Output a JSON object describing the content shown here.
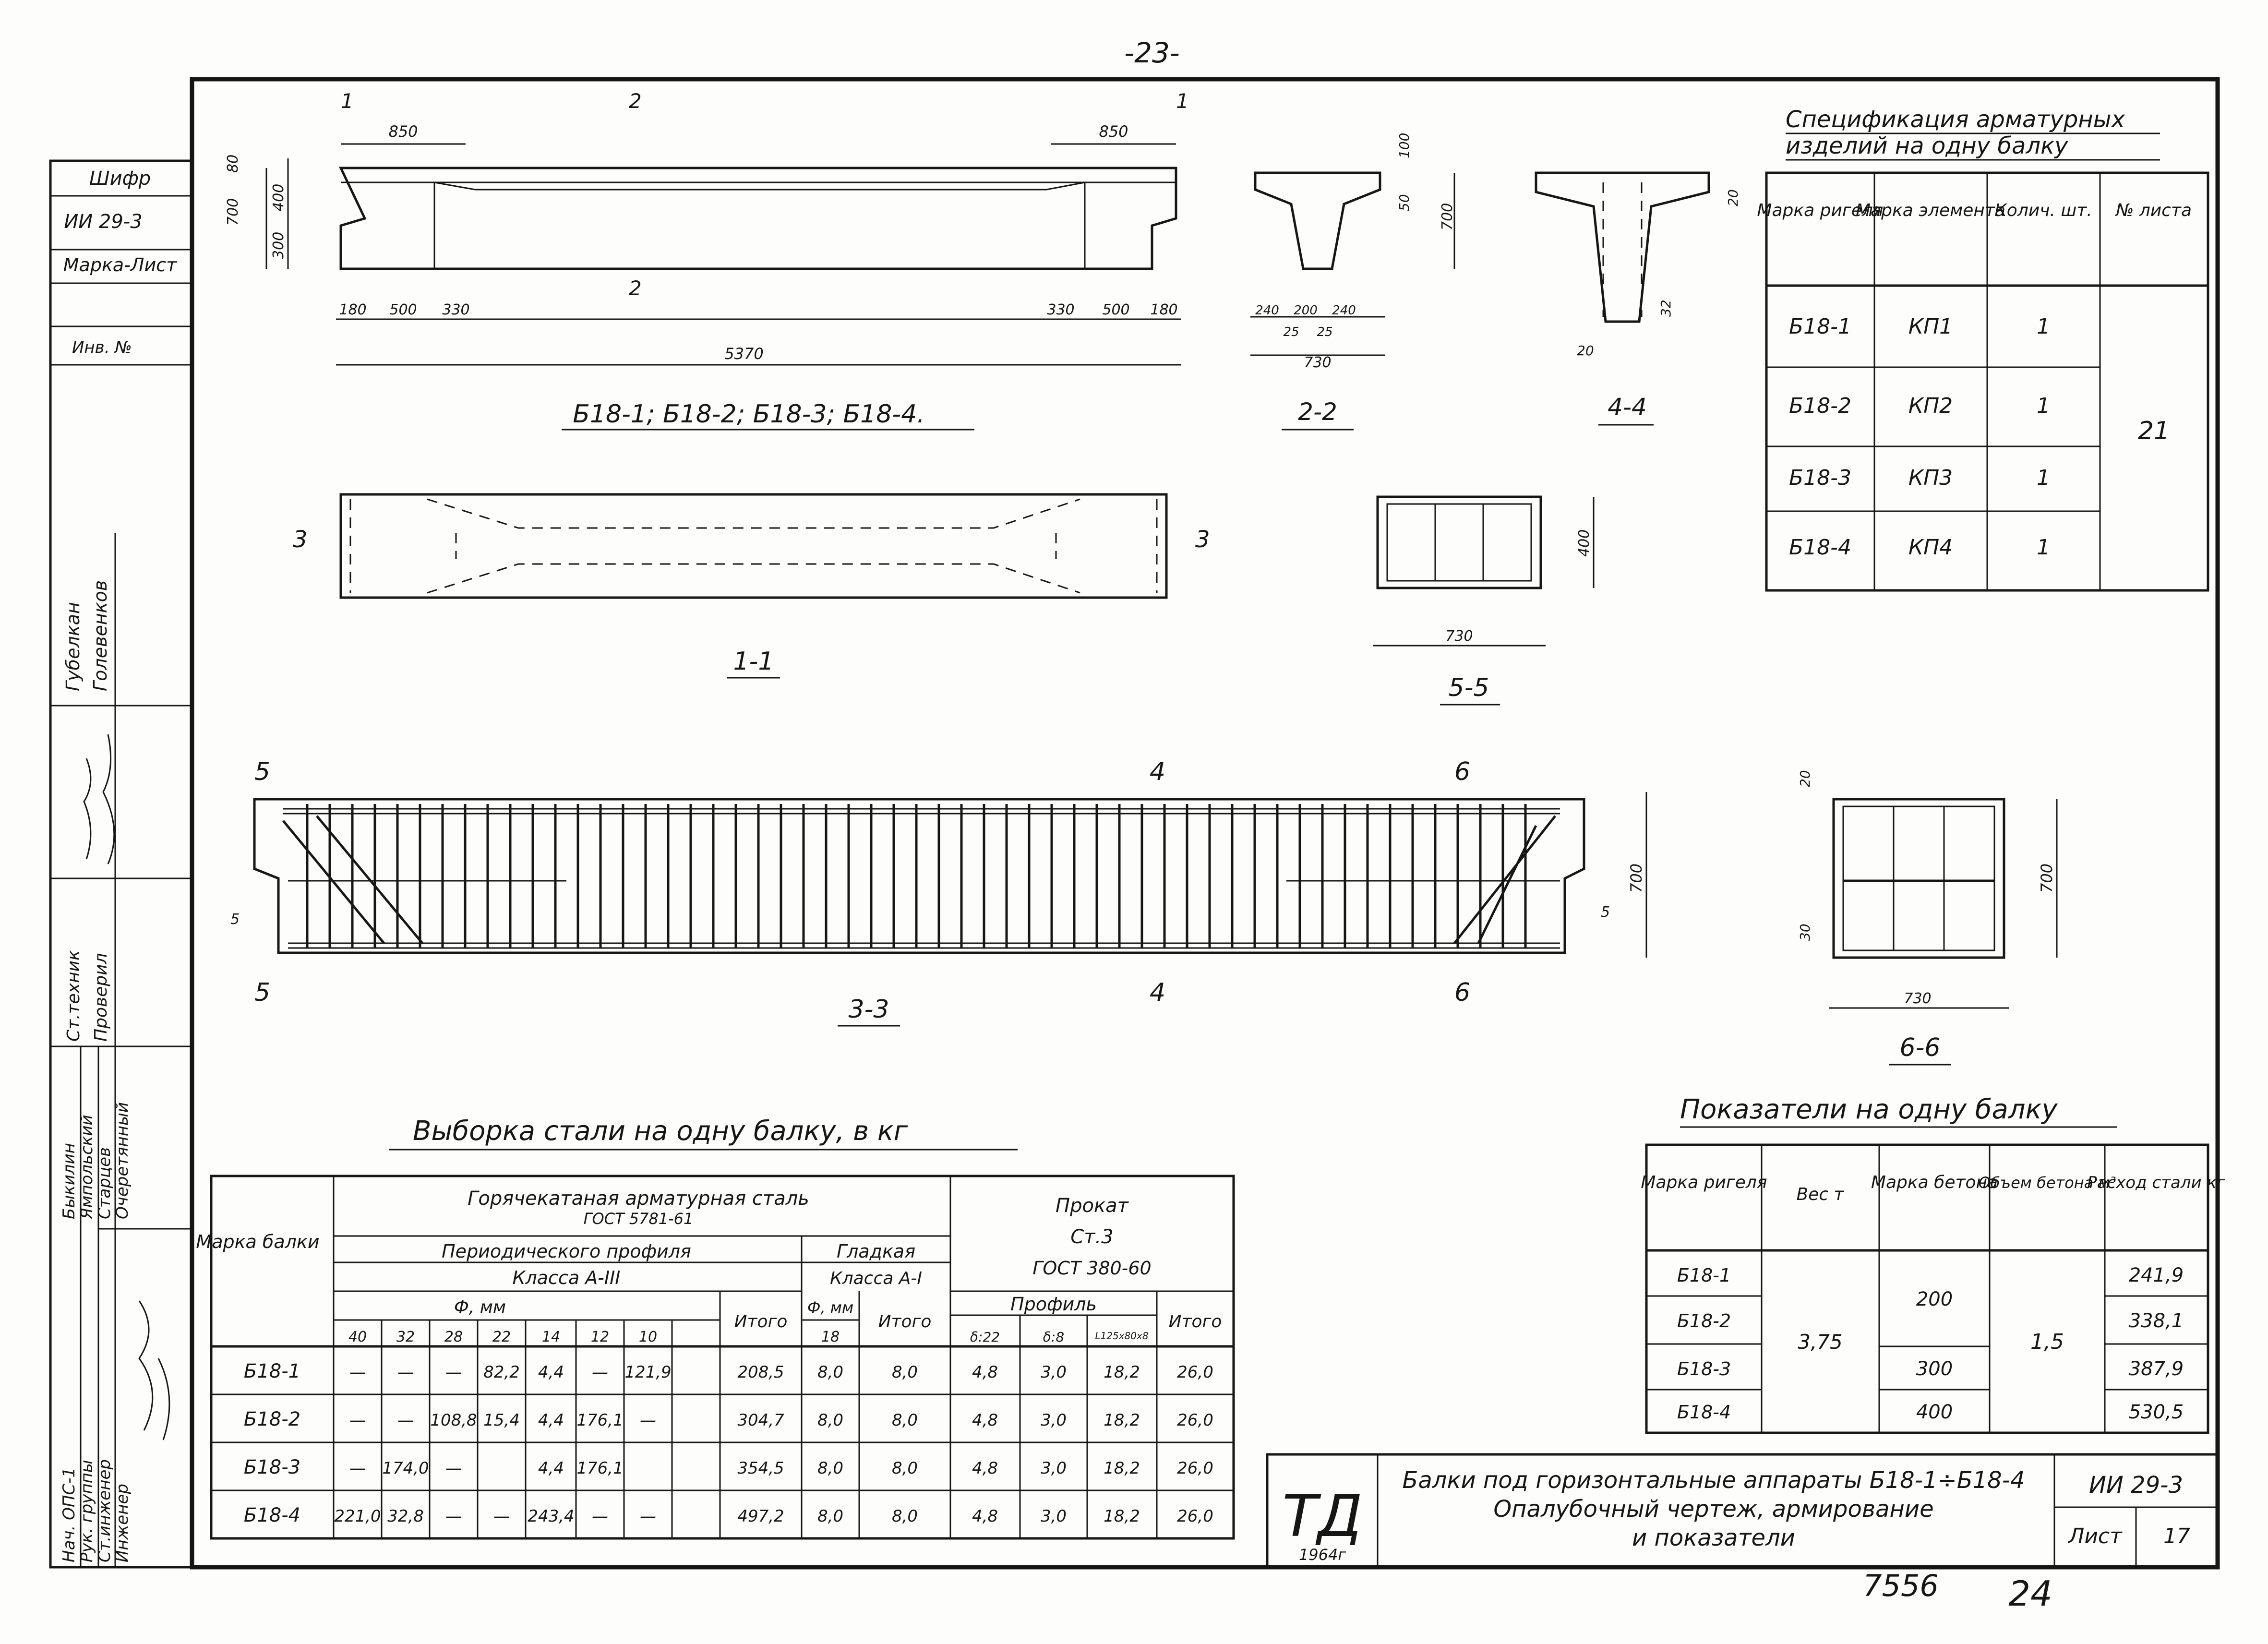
{
  "page_number": "-23-",
  "side_stamp": {
    "cipher_label": "Шифр",
    "cipher_value": "ИИ 29-3",
    "mark_sheet_label": "Марка-Лист",
    "inv_label": "Инв. №",
    "people": [
      "Губелкан",
      "Голевенков"
    ],
    "roles_mid": [
      "Ст.техник",
      "Проверил"
    ],
    "roles_bottom": [
      "Нач. ОПС-1",
      "Рук. группы",
      "Ст.инженер",
      "Инженер"
    ],
    "names_bottom": [
      "Быкилин",
      "Ямпольский",
      "Старцев",
      "Очеретянный"
    ]
  },
  "drawing": {
    "beam_dims": {
      "d850_left": "850",
      "d850_right": "850",
      "d80": "80",
      "d400": "400",
      "d700": "700",
      "d300": "300",
      "d180_left": "180",
      "d500_left": "500",
      "d330_left": "330",
      "d330_right": "330",
      "d500_right": "500",
      "d180_right": "180",
      "total": "5370"
    },
    "cut_marks": {
      "c1": "1",
      "c2": "2",
      "c3": "3",
      "c4": "4",
      "c5": "5",
      "c6": "6"
    },
    "beam_title": "Б18-1; Б18-2; Б18-3; Б18-4.",
    "section_2_2": {
      "title": "2-2",
      "d100": "100",
      "d50": "50",
      "d700": "700",
      "d240a": "240",
      "d200": "200",
      "d240b": "240",
      "d25a": "25",
      "d25b": "25",
      "d730": "730"
    },
    "section_4_4": {
      "title": "4-4",
      "d20a": "20",
      "d32": "32",
      "d20b": "20"
    },
    "section_1_1": {
      "title": "1-1"
    },
    "section_5_5": {
      "title": "5-5",
      "d400": "400",
      "d730": "730"
    },
    "section_3_3": {
      "title": "3-3",
      "d5a": "5",
      "d5b": "5",
      "d700": "700"
    },
    "section_6_6": {
      "title": "6-6",
      "d20": "20",
      "d700": "700",
      "d30": "30",
      "d730": "730"
    }
  },
  "spec": {
    "title_line1": "Спецификация арматурных",
    "title_line2": "изделий на одну балку",
    "headers": [
      "Марка ригеля",
      "Марка элемента",
      "Колич. шт.",
      "№ листа"
    ],
    "rows": [
      [
        "Б18-1",
        "КП1",
        "1"
      ],
      [
        "Б18-2",
        "КП2",
        "1"
      ],
      [
        "Б18-3",
        "КП3",
        "1"
      ],
      [
        "Б18-4",
        "КП4",
        "1"
      ]
    ],
    "sheet": "21"
  },
  "steel": {
    "title": "Выборка стали на одну балку, в кг",
    "h_mark": "Марка балки",
    "h_hot": "Горячекатаная арматурная сталь",
    "h_gost1": "ГОСТ 5781-61",
    "h_periodic": "Периодического профиля",
    "h_smooth": "Гладкая",
    "h_classA3": "Класса А-III",
    "h_classA1": "Класса А-I",
    "h_phi": "Ф, мм",
    "h_phi2": "Ф, мм",
    "h_itogo1": "Итого",
    "h_itogo2": "Итого",
    "h_itogo3": "Итого",
    "h_rolled": "Прокат",
    "h_st3": "Ст.3",
    "h_gost2": "ГОСТ 380-60",
    "h_profile": "Профиль",
    "diams": [
      "40",
      "32",
      "28",
      "22",
      "14",
      "12",
      "10"
    ],
    "diam_smooth": "18",
    "profiles": [
      "δ:22",
      "δ:8",
      "L125x80x8"
    ],
    "rows": [
      [
        "Б18-1",
        "—",
        "—",
        "—",
        "82,2",
        "4,4",
        "—",
        "121,9",
        "208,5",
        "8,0",
        "8,0",
        "4,8",
        "3,0",
        "18,2",
        "26,0"
      ],
      [
        "Б18-2",
        "—",
        "—",
        "108,8",
        "15,4",
        "4,4",
        "176,1",
        "—",
        "304,7",
        "8,0",
        "8,0",
        "4,8",
        "3,0",
        "18,2",
        "26,0"
      ],
      [
        "Б18-3",
        "—",
        "174,0",
        "—",
        "",
        "4,4",
        "176,1",
        "",
        "354,5",
        "8,0",
        "8,0",
        "4,8",
        "3,0",
        "18,2",
        "26,0"
      ],
      [
        "Б18-4",
        "221,0",
        "32,8",
        "—",
        "—",
        "243,4",
        "—",
        "—",
        "497,2",
        "8,0",
        "8,0",
        "4,8",
        "3,0",
        "18,2",
        "26,0"
      ]
    ]
  },
  "indicators": {
    "title": "Показатели на одну балку",
    "headers": [
      "Марка ригеля",
      "Вес т",
      "Марка бетона",
      "Объем бетона м³",
      "Расход стали кг"
    ],
    "marks": [
      "Б18-1",
      "Б18-2",
      "Б18-3",
      "Б18-4"
    ],
    "weight": "3,75",
    "concrete": [
      "200",
      "300",
      "400"
    ],
    "volume": "1,5",
    "steel": [
      "241,9",
      "338,1",
      "387,9",
      "530,5"
    ]
  },
  "title_block": {
    "logo": "ТД",
    "year": "1964г",
    "line1": "Балки под горизонтальные аппараты Б18-1÷Б18-4",
    "line2": "Опалубочный чертеж, армирование",
    "line3": "и показатели",
    "code": "ИИ 29-3",
    "sheet_label": "Лист",
    "sheet_no": "17"
  },
  "footer": {
    "archive_no": "7556",
    "page_hand": "24"
  }
}
